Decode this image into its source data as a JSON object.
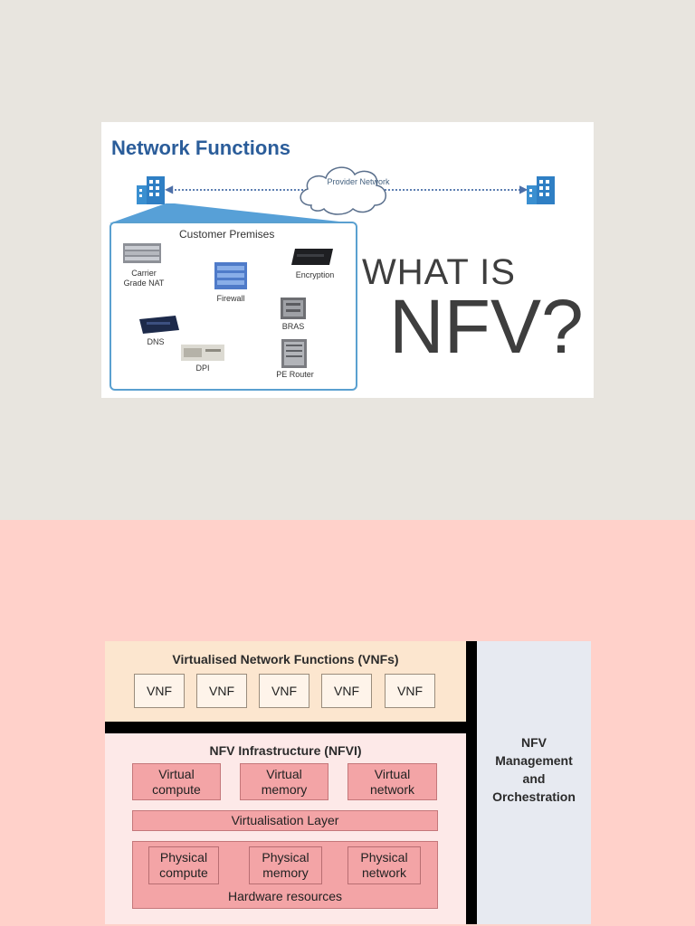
{
  "slide1": {
    "title": "Network Functions",
    "provider_network": "Provider Network",
    "customer_premises": "Customer Premises",
    "devices": {
      "carrier_nat": [
        "Carrier",
        "Grade NAT"
      ],
      "firewall": "Firewall",
      "encryption": "Encryption",
      "bras": "BRAS",
      "dns": "DNS",
      "dpi": "DPI",
      "pe_router": "PE Router"
    },
    "headline_line1": "WHAT IS",
    "headline_line2": "NFV?",
    "colors": {
      "title": "#2b5d9a",
      "premises_border": "#5aa0d0",
      "building": "#3a8fd0"
    },
    "icons": [
      "building-icon",
      "cloud-icon",
      "server-icon"
    ]
  },
  "slide2": {
    "vnf_title": "Virtualised Network Functions (VNFs)",
    "vnf_items": [
      "VNF",
      "VNF",
      "VNF",
      "VNF",
      "VNF"
    ],
    "nfvi_title": "NFV Infrastructure (NFVI)",
    "virtual": [
      [
        "Virtual",
        "compute"
      ],
      [
        "Virtual",
        "memory"
      ],
      [
        "Virtual",
        "network"
      ]
    ],
    "virtualisation_layer": "Virtualisation Layer",
    "physical": [
      [
        "Physical",
        "compute"
      ],
      [
        "Physical",
        "memory"
      ],
      [
        "Physical",
        "network"
      ]
    ],
    "hardware_resources": "Hardware resources",
    "mano": [
      "NFV",
      "Management",
      "and",
      "Orchestration"
    ],
    "colors": {
      "vnf_panel": "#fce6cf",
      "nfvi_panel": "#fde9e8",
      "pink_box": "#f3a4a6",
      "mano_panel": "#e7eaf1",
      "divider": "#000000"
    }
  }
}
